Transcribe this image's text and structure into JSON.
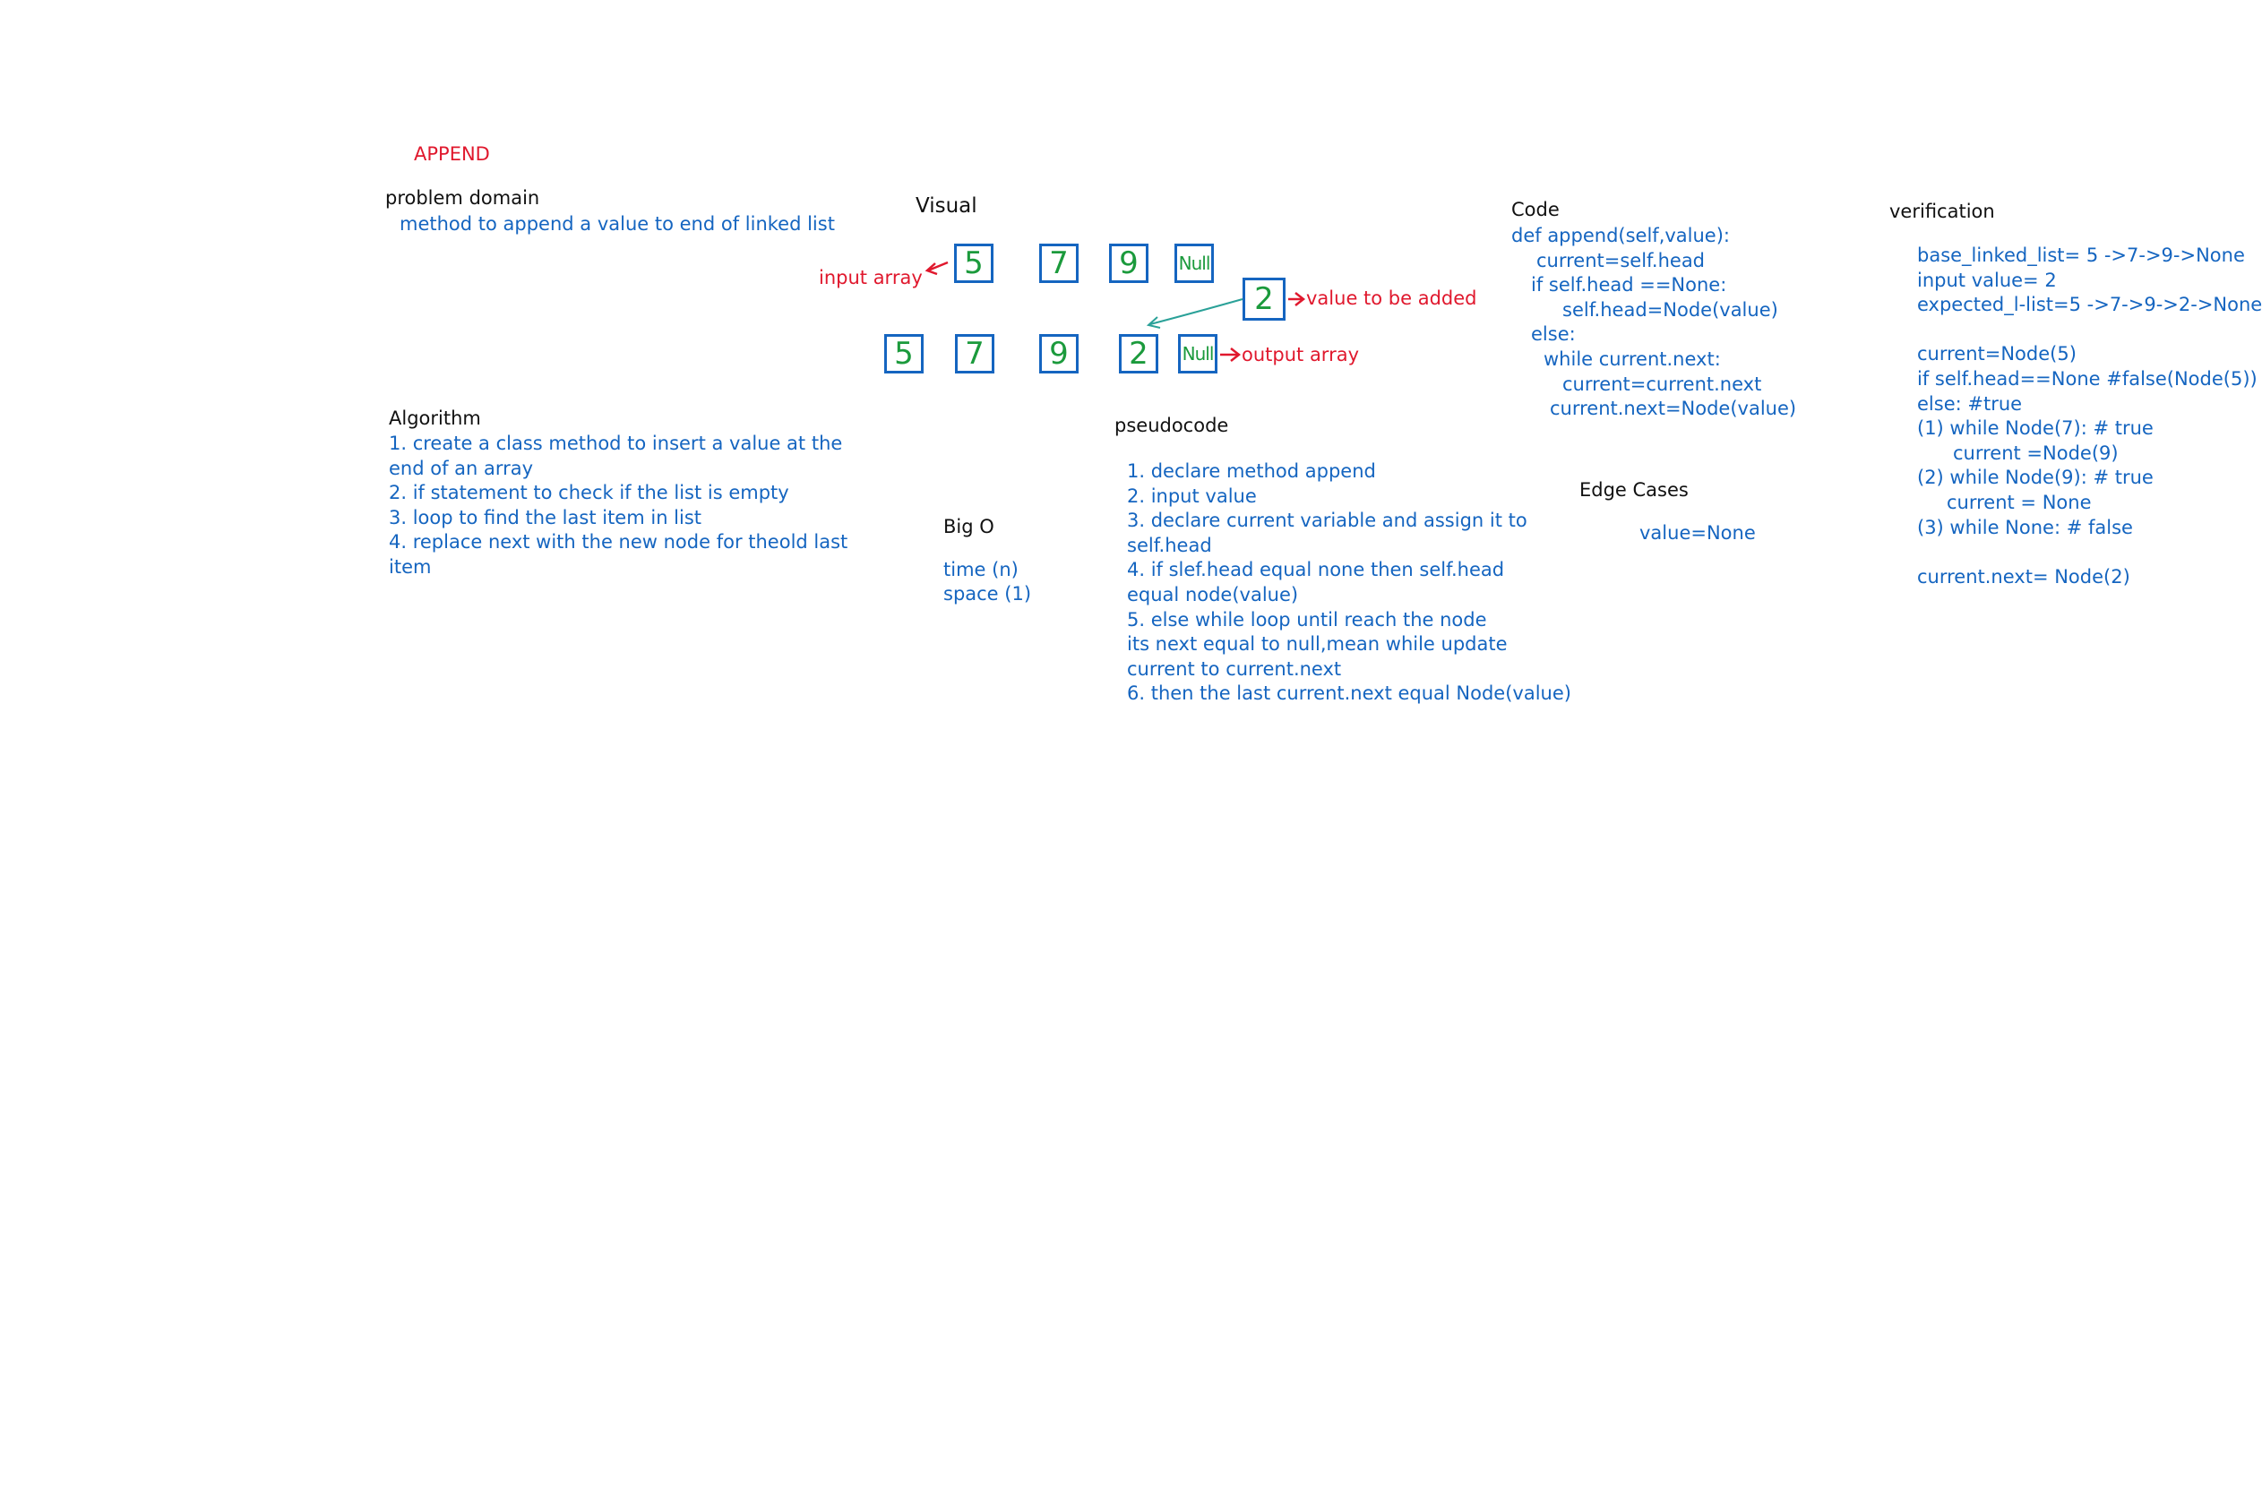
{
  "title": "APPEND",
  "problem_domain": {
    "heading": "problem domain",
    "text": "method to append a value to end of linked list"
  },
  "algorithm": {
    "heading": "Algorithm",
    "lines": [
      "1. create a class method to insert a value at the",
      "end of an array",
      "2. if statement to check if the list is empty",
      "3. loop to find the last item in list",
      "4. replace next with the new node for theold last",
      "item"
    ]
  },
  "visual": {
    "heading": "Visual",
    "input_nodes": [
      "5",
      "7",
      "9",
      "Null"
    ],
    "new_node": "2",
    "output_nodes": [
      "5",
      "7",
      "9",
      "2",
      "Null"
    ],
    "input_label": "input array",
    "new_value_label": "value to be added",
    "output_label": "output array"
  },
  "big_o": {
    "heading": "Big O",
    "time": "time (n)",
    "space": "space (1)"
  },
  "pseudocode": {
    "heading": "pseudocode",
    "lines": [
      "1. declare method append",
      "2. input value",
      "3. declare current variable and assign it to",
      "self.head",
      "4. if slef.head equal none then self.head",
      " equal node(value)",
      "5. else while loop until reach the node",
      "its next equal to null,mean while update",
      "current to current.next",
      "6. then the last current.next equal Node(value)"
    ]
  },
  "code": {
    "heading": "Code",
    "lines": [
      "def append(self,value):",
      "current=self.head",
      "if self.head ==None:",
      "self.head=Node(value)",
      "else:",
      "while current.next:",
      "current=current.next",
      "current.next=Node(value)"
    ]
  },
  "edge_cases": {
    "heading": "Edge Cases",
    "text": "value=None"
  },
  "verification": {
    "heading": "verification",
    "lines": [
      "base_linked_list= 5 ->7->9->None",
      "input value= 2",
      "expected_l-list=5 ->7->9->2->None",
      "",
      "current=Node(5)",
      "if self.head==None #false(Node(5))",
      "else: #true",
      "(1) while Node(7): # true",
      "current =Node(9)",
      "(2) while Node(9): # true",
      "current = None",
      "(3) while None: # false",
      "",
      "current.next= Node(2)"
    ]
  },
  "colors": {
    "heading": "#111111",
    "text_blue": "#1565c0",
    "accent_red": "#e0182d",
    "node_digit": "#1b9a3c",
    "arrow_teal": "#2aa198"
  }
}
